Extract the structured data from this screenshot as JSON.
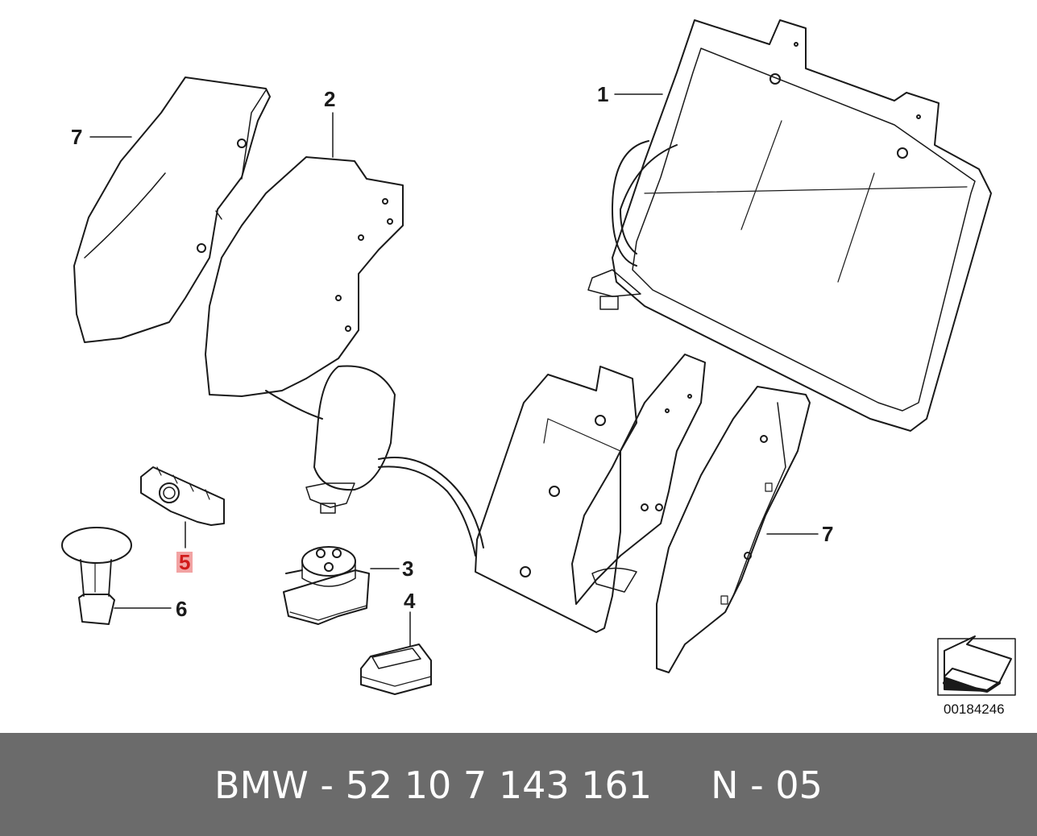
{
  "diagram": {
    "callouts": [
      {
        "id": "1",
        "label": "1",
        "highlighted": false
      },
      {
        "id": "2",
        "label": "2",
        "highlighted": false
      },
      {
        "id": "3",
        "label": "3",
        "highlighted": false
      },
      {
        "id": "4",
        "label": "4",
        "highlighted": false
      },
      {
        "id": "5",
        "label": "5",
        "highlighted": true
      },
      {
        "id": "6",
        "label": "6",
        "highlighted": false
      },
      {
        "id": "7a",
        "label": "7",
        "highlighted": false
      },
      {
        "id": "7b",
        "label": "7",
        "highlighted": false
      }
    ],
    "reference_number": "00184246",
    "highlight_color": "#f2a3a3",
    "highlight_text_color": "#d11a1a"
  },
  "caption": {
    "text": "BMW - 52 10 7 143 161     N - 05",
    "background_color": "#6b6b6b",
    "text_color": "#ffffff"
  }
}
